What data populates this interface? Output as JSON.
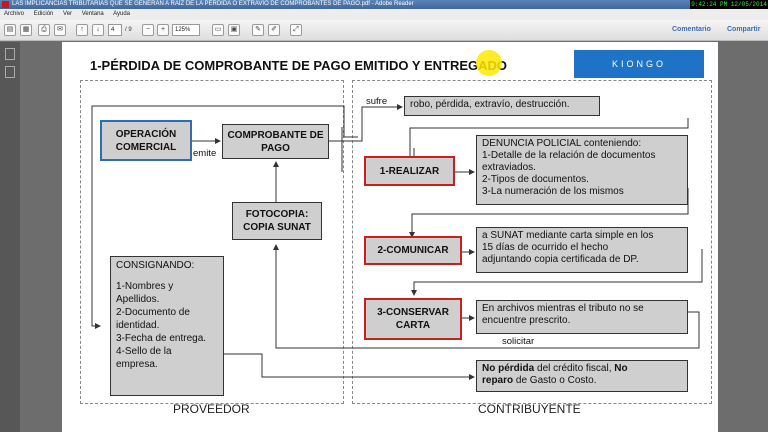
{
  "window": {
    "title": "LAS IMPLICANCIAS TRIBUTARIAS QUE SE GENERAN A RAÍZ DE LA PÉRDIDA O EXTRAVÍO DE COMPROBANTES DE PAGO.pdf - Adobe Reader",
    "clock": "9:42:24 PM 12/05/2014"
  },
  "menu": [
    "Archivo",
    "Edición",
    "Ver",
    "Ventana",
    "Ayuda"
  ],
  "toolbar": {
    "page_current": "4",
    "page_total": "/ 9",
    "zoom": "125%",
    "comment_label": "Comentario",
    "share_label": "Compartir"
  },
  "doc": {
    "title": "1-PÉRDIDA DE COMPROBANTE DE PAGO EMITIDO Y ENTREGADO",
    "logo": "KIONGO",
    "proveedor_label": "PROVEEDOR",
    "contribuyente_label": "CONTRIBUYENTE",
    "operacion": "OPERACIÓN COMERCIAL",
    "emite": "emite",
    "comprobante": "COMPROBANTE DE PAGO",
    "fotocopia": "FOTOCOPIA: COPIA SUNAT",
    "sufre": "sufre",
    "robo": "robo, pérdida, extravío, destrucción.",
    "realizar": "1-REALIZAR",
    "denuncia_lines": [
      "DENUNCIA POLICIAL conteniendo:",
      "1-Detalle de la relación de documentos",
      "extraviados.",
      "2-Tipos de documentos.",
      "3-La numeración de los mismos"
    ],
    "comunicar": "2-COMUNICAR",
    "sunat_lines": [
      "a SUNAT mediante carta simple en los",
      "15 días de ocurrido el hecho",
      "adjuntando copia certificada de DP."
    ],
    "conservar": "3-CONSERVAR CARTA",
    "archivos_lines": [
      "En archivos mientras el tributo no se",
      "encuentre prescrito."
    ],
    "solicitar": "solicitar",
    "consignando_lines": [
      "CONSIGNANDO:",
      "",
      "1-Nombres y",
      "Apellidos.",
      "2-Documento de",
      "identidad.",
      "3-Fecha de entrega.",
      "4-Sello de la",
      "empresa."
    ],
    "final_b1": "No pérdida",
    "final_t1": " del crédito fiscal, ",
    "final_b2": "No",
    "final_b3": "reparo",
    "final_t2": " de Gasto o Costo."
  }
}
